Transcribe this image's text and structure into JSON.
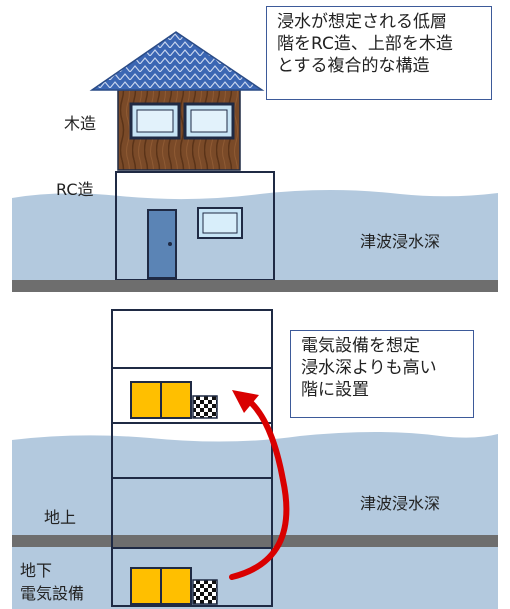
{
  "top_diagram": {
    "callout_lines": [
      "浸水が想定される低層",
      "階をRC造、上部を木造",
      "とする複合的な構造"
    ],
    "label_wood": "木造",
    "label_rc": "RC造",
    "label_tsunami_depth": "津波浸水深"
  },
  "bottom_diagram": {
    "callout_lines": [
      "電気設備を想定",
      "浸水深よりも高い",
      "階に設置"
    ],
    "label_ground_above": "地上",
    "label_basement": "地下",
    "label_electrical": "電気設備",
    "label_tsunami_depth": "津波浸水深"
  },
  "colors": {
    "water": "#a9c2d9",
    "ground": "#6e6e6e",
    "roof": "#3b66b3",
    "wood": "#7a4a28",
    "equipment": "#ffbf00",
    "arrow": "#d90000",
    "border": "#1f2a44"
  }
}
